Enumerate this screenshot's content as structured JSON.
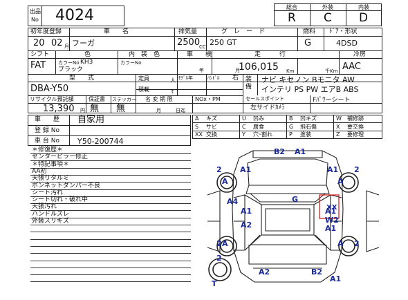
{
  "header": {
    "lot_label_top": "出品",
    "lot_label_bottom": "No",
    "lot_number": "4024",
    "grade_labels": {
      "total": "総合",
      "exterior": "外装",
      "interior": "内装"
    },
    "grade_values": {
      "total": "R",
      "exterior": "C",
      "interior": "D"
    }
  },
  "row1": {
    "year_label": "初年度登録",
    "year": "20",
    "month": "02",
    "month_unit": "月",
    "car_name_label": "車　　名",
    "car_name": "フーガ",
    "displacement_label": "排気量",
    "displacement": "2500",
    "displacement_unit": "CC",
    "grade_label": "グ　レ　ー　ド",
    "grade": "250 GT",
    "fuel_label": "燃料",
    "fuel": "G",
    "door_label": "ﾄﾞｱ・形状",
    "door": "4DSD"
  },
  "row2": {
    "shift_label": "シフト",
    "shift": "FAT",
    "color_label": "色",
    "color_no_label": "カラーNo",
    "color_no": "KH3",
    "color_name": "ブラック",
    "interior_label": "内　装　色",
    "interior_no_label": "カラーNo",
    "inspection_label": "車　　検",
    "inspection_year_unit": "年",
    "inspection_month_unit": "月",
    "mileage_label": "走　　　行",
    "mileage": "106,015",
    "mileage_unit": "Km",
    "mileage_thousand_unit": "千Km",
    "ac_label": "冷房",
    "ac": "AAC"
  },
  "row3": {
    "model_label": "型　　式",
    "model": "DBA-Y50",
    "capacity_label": "定員",
    "capacity_unit": "人",
    "load_label": "積載",
    "load_unit": "t",
    "model_year_label": "ﾓﾃﾞﾙ年",
    "handle_label": "ﾊﾝﾄﾞﾙ",
    "handle_value": "右",
    "equipment_label": "装備",
    "equipment_line1": "ナビ キセノン Bモニタ AW",
    "equipment_line2": "インテリ PS PW エアB ABS"
  },
  "row4": {
    "recycle_label": "リサイクル預託額",
    "recycle_amount": "13,390",
    "recycle_unit": "円",
    "warranty_label": "保証書",
    "warranty": "無",
    "sticker_label": "ステッカー",
    "sticker": "無",
    "name_change_label": "名 変 期 限",
    "name_change_month": "月",
    "name_change_day": "日迄",
    "nox_label": "NOx・PM",
    "selling_point_label": "セールスポイント",
    "selling_point_line1": "Fﾊﾟﾜーシート",
    "selling_point_line2": "左サイドｶﾒﾗ"
  },
  "row5": {
    "history_label": "車　　歴",
    "history": "自家用",
    "registration_label": "登 録 No",
    "chassis_label": "車 台 No",
    "chassis": "Y50-200744"
  },
  "legend": [
    {
      "code": "A",
      "label": "キズ"
    },
    {
      "code": "U",
      "label": "凹み"
    },
    {
      "code": "B",
      "label": "凹キズ"
    },
    {
      "code": "W",
      "label": "補修跡"
    },
    {
      "code": "S",
      "label": "サビ"
    },
    {
      "code": "C",
      "label": "腐食"
    },
    {
      "code": "G",
      "label": "飛石傷"
    },
    {
      "code": "X",
      "label": "要交換"
    },
    {
      "code": "XX",
      "label": "交換"
    },
    {
      "code": "Y",
      "label": "穴･割れ"
    },
    {
      "code": "P",
      "label": "塗装"
    },
    {
      "code": "Z",
      "label": "要修理"
    }
  ],
  "notes": [
    "＊修復歴＊",
    "センターピラー修正",
    "＊特記事項＊",
    "AA初",
    "天張りタルミ",
    "ボンネットダンパー不良",
    "シート汚れ",
    "シート切れ・破れ中",
    "天張汚れ",
    "ハンドルスレ",
    "外装スリキズ"
  ],
  "diagram": {
    "marks": [
      "B2",
      "A1",
      "2",
      "A1",
      "A1",
      "2",
      "A",
      "A",
      "A4",
      "A1",
      "G",
      "A1",
      "XX",
      "A2",
      "W2",
      "2",
      "A1",
      "A",
      "2",
      "A",
      "2",
      "A2",
      "B2",
      "A1",
      "T"
    ]
  },
  "colors": {
    "ink": "#111111",
    "mark_blue": "#1a2a9c",
    "highlight_red": "#d01010"
  }
}
